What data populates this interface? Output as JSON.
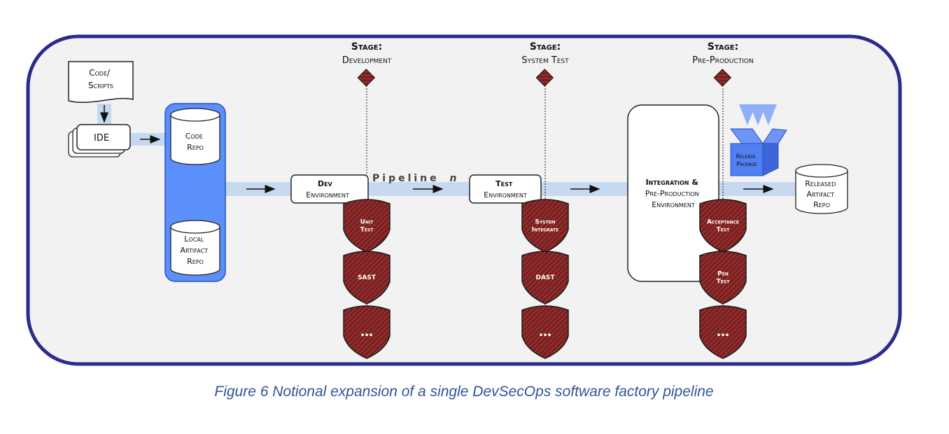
{
  "diagram": {
    "code_scripts": [
      "Code/",
      "Scripts"
    ],
    "ide": "IDE",
    "code_repo": [
      "Code",
      "Repo"
    ],
    "local_artifact_repo": [
      "Local",
      "Artifact",
      "Repo"
    ],
    "pipeline_label": "Pipeline",
    "pipeline_n": "n",
    "dev_env": [
      "Dev",
      "Environment"
    ],
    "test_env": [
      "Test",
      "Environment"
    ],
    "integration_env": [
      "Integration &",
      "Pre-Production",
      "Environment"
    ],
    "release_package": [
      "Release",
      "Package"
    ],
    "released_repo": [
      "Released",
      "Artifact",
      "Repo"
    ],
    "stages": [
      {
        "title": "Stage:",
        "name": "Development"
      },
      {
        "title": "Stage:",
        "name": "System Test"
      },
      {
        "title": "Stage:",
        "name": "Pre-Production"
      }
    ],
    "shields": {
      "development": [
        [
          "Unit",
          "Test"
        ],
        [
          "SAST"
        ],
        [
          "…"
        ]
      ],
      "system_test": [
        [
          "System",
          "Integrate"
        ],
        [
          "DAST"
        ],
        [
          "…"
        ]
      ],
      "pre_production": [
        [
          "Acceptance",
          "Test"
        ],
        [
          "Pen",
          "Test"
        ],
        [
          "…"
        ]
      ]
    },
    "colors": {
      "frame": "#2b2a8f",
      "frame_fill": "#f2f2f2",
      "pipe": "#c6d9f1",
      "repo_blue": "#5b8ff9",
      "shield": "#7a2020",
      "package": "#4f7ff0"
    }
  },
  "caption": "Figure 6 Notional expansion of a single DevSecOps software factory pipeline"
}
